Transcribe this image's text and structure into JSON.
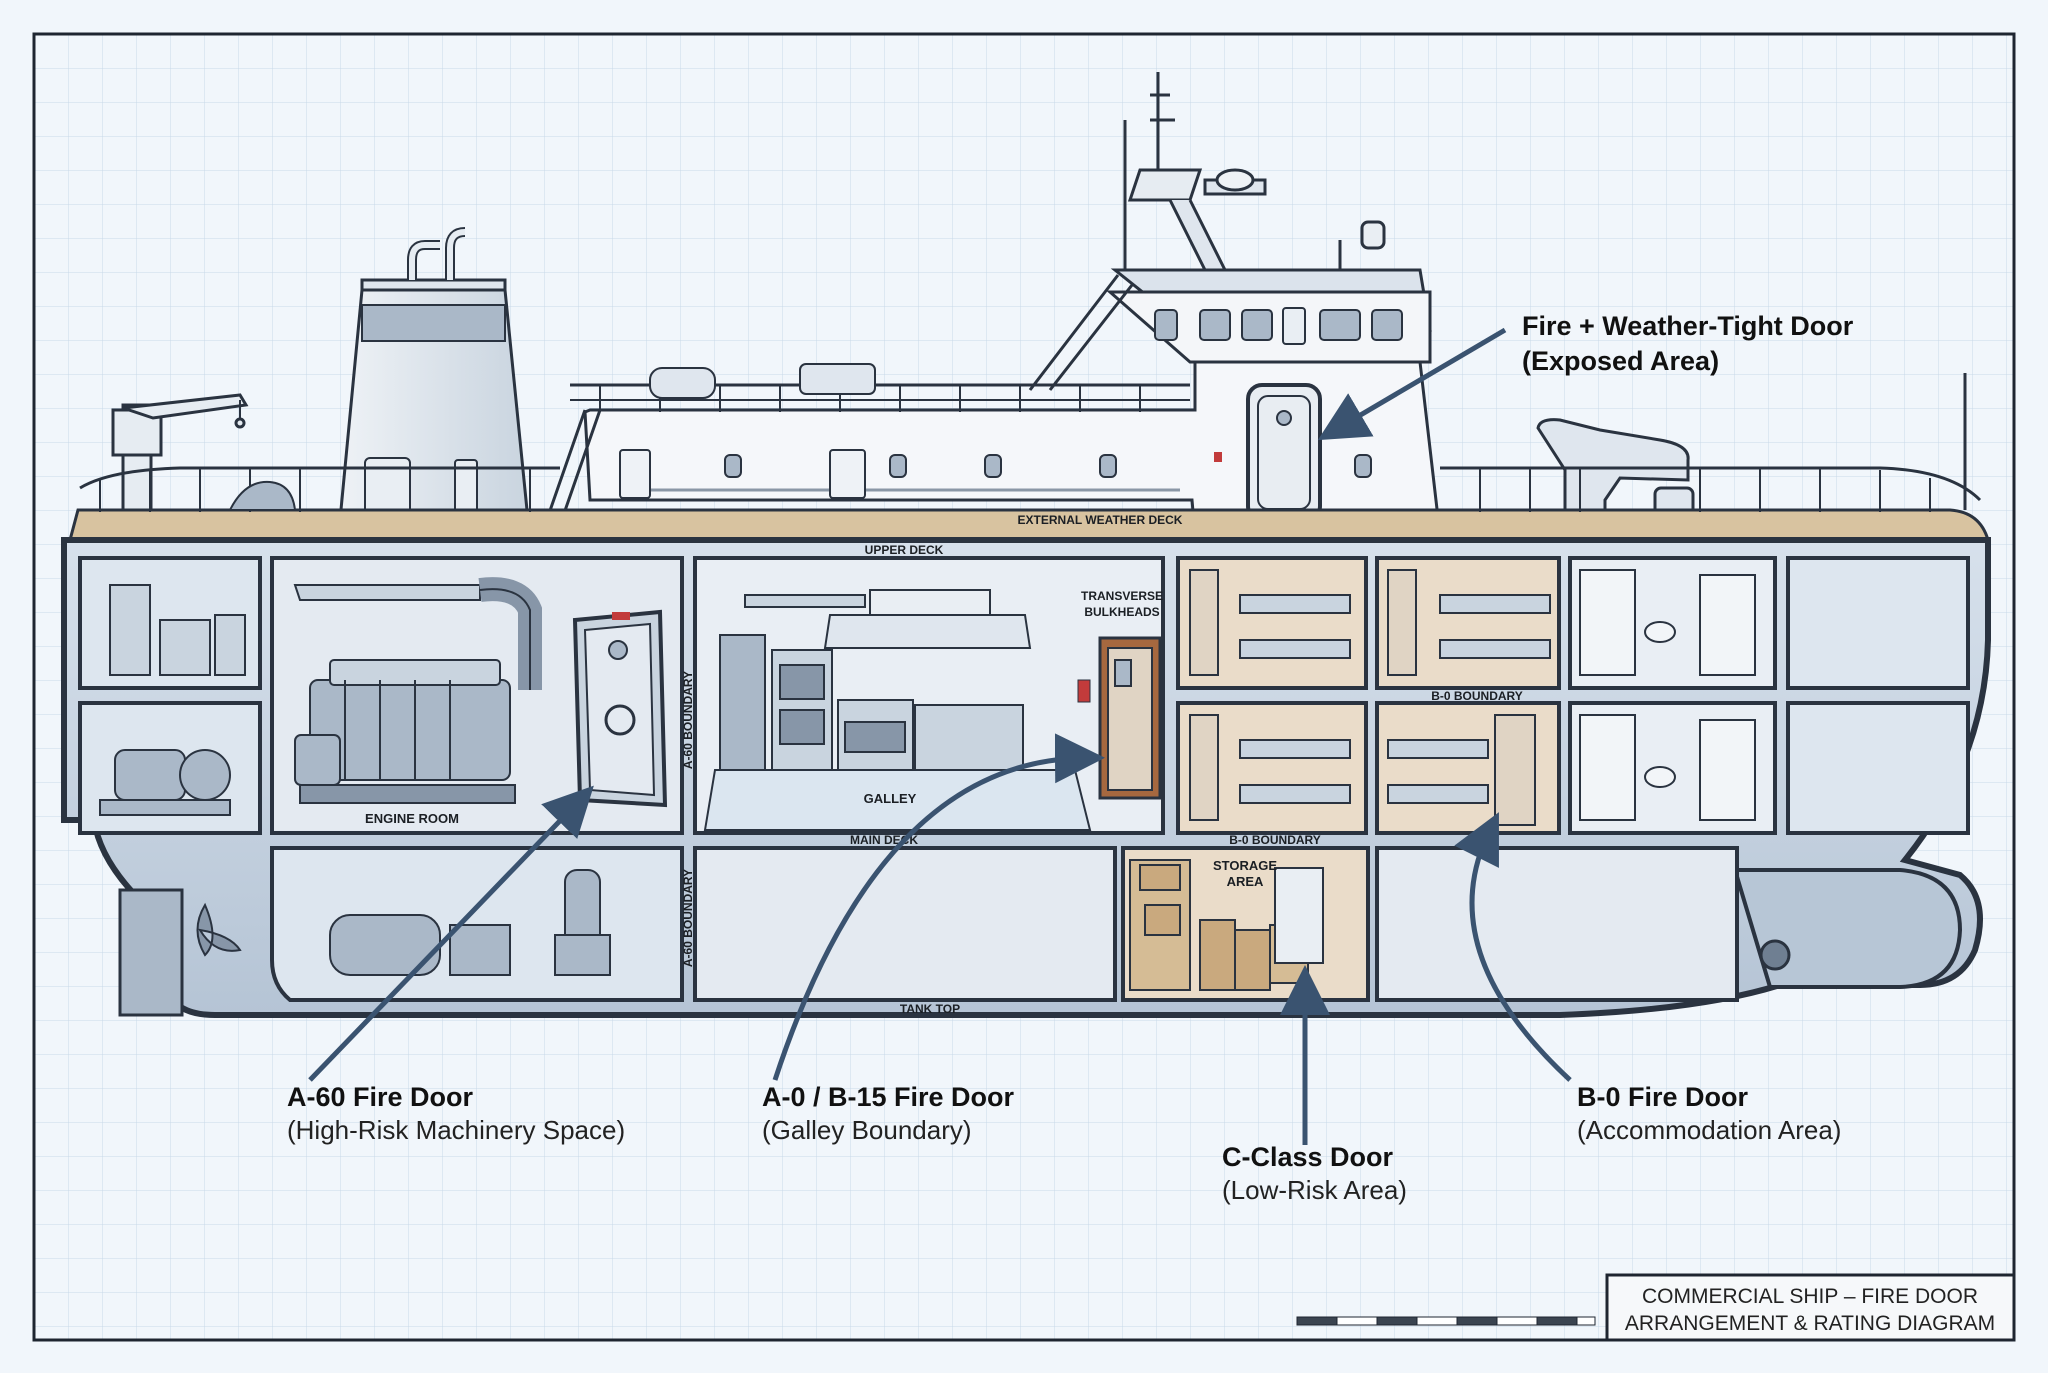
{
  "colors": {
    "paper": "#f1f6fb",
    "grid": "#c9d9e8",
    "hull": "#6f7f92",
    "hull_fill": "#c8d5e3",
    "compartment": "#dde6ef",
    "deck_wood": "#d8c3a0",
    "warm_zone": "#eadcc9",
    "arrow": "#3a5370",
    "outline": "#1e2530"
  },
  "decks": {
    "external_weather_deck": "EXTERNAL WEATHER DECK",
    "upper_deck": "UPPER DECK",
    "main_deck": "MAIN DECK",
    "tank_top": "TANK TOP"
  },
  "boundaries": {
    "a60_upper": "A-60 BOUNDARY",
    "a60_lower": "A-60 BOUNDARY",
    "b0_upper": "B-0 BOUNDARY",
    "b0_lower": "B-0 BOUNDARY",
    "transverse_line1": "TRANSVERSE",
    "transverse_line2": "BULKHEADS"
  },
  "rooms": {
    "engine_room": "ENGINE ROOM",
    "galley": "GALLEY",
    "storage_line1": "STORAGE",
    "storage_line2": "AREA"
  },
  "callouts": {
    "weather_door": {
      "title": "Fire + Weather-Tight Door",
      "subtitle": "(Exposed Area)"
    },
    "a60_door": {
      "title": "A-60 Fire Door",
      "subtitle": "(High-Risk Machinery Space)"
    },
    "a0_b15_door": {
      "title": "A-0 / B-15 Fire Door",
      "subtitle": "(Galley Boundary)"
    },
    "c_class_door": {
      "title": "C-Class Door",
      "subtitle": "(Low-Risk Area)"
    },
    "b0_door": {
      "title": "B-0 Fire Door",
      "subtitle": "(Accommodation Area)"
    }
  },
  "title_block": {
    "line1": "COMMERCIAL SHIP – FIRE DOOR",
    "line2": "ARRANGEMENT & RATING DIAGRAM"
  },
  "icons": [
    "funnel-icon",
    "crane-icon",
    "mast-icon",
    "radar-icon",
    "propeller-icon",
    "bulbous-bow-icon",
    "fire-door-icon",
    "bunk-bed-icon",
    "engine-icon",
    "stove-icon"
  ]
}
